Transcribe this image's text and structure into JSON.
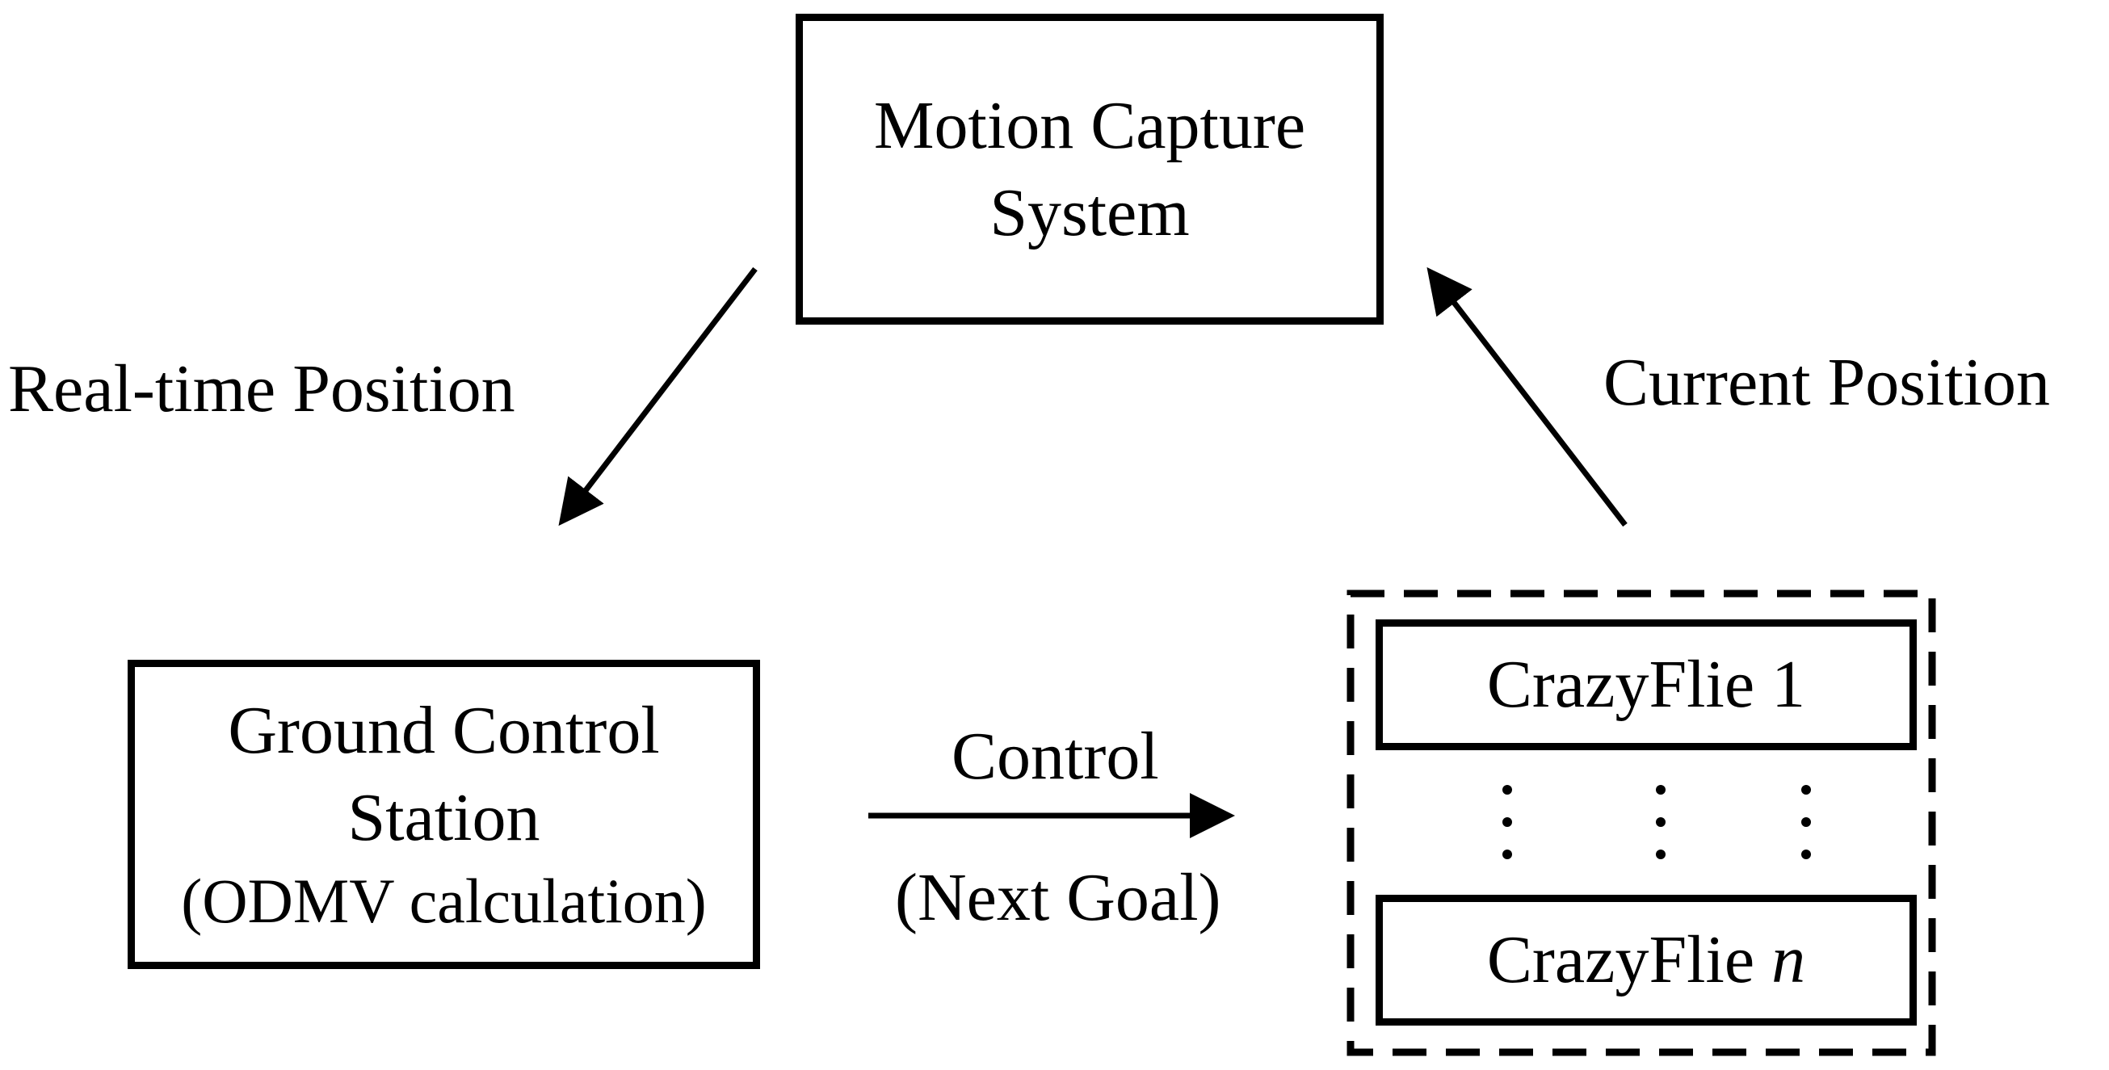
{
  "nodes": {
    "motion_capture": {
      "line1": "Motion Capture",
      "line2": "System"
    },
    "ground_control": {
      "line1": "Ground Control",
      "line2": "Station",
      "line3": "(ODMV calculation)"
    },
    "crazyflie_group": {
      "first": "CrazyFlie 1",
      "last_prefix": "CrazyFlie ",
      "last_index": "n"
    }
  },
  "edges": {
    "realtime_position": "Real-time Position",
    "current_position": "Current Position",
    "control": "Control",
    "control_sub": "(Next Goal)"
  },
  "colors": {
    "stroke": "#000000",
    "background": "#ffffff"
  }
}
